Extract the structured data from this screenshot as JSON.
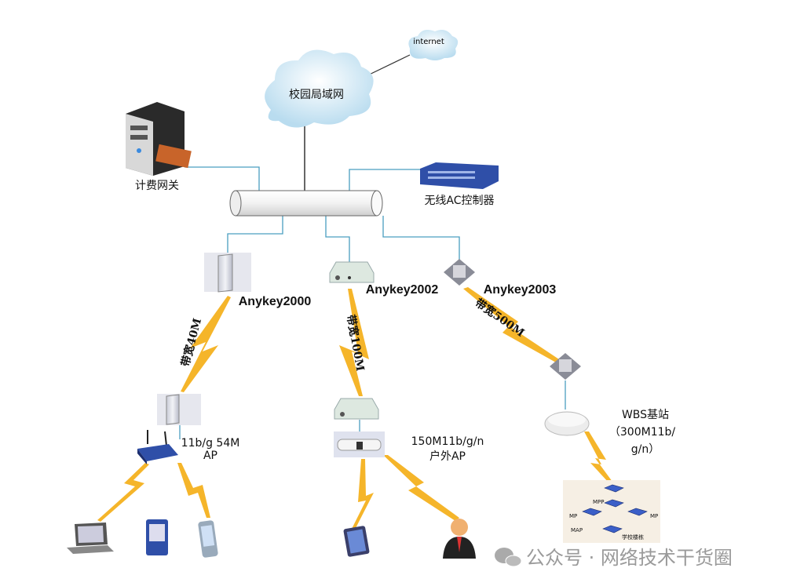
{
  "nodes": {
    "internet": "internet",
    "campus_lan": "校园局域网",
    "billing_gateway": "计费网关",
    "ac_controller": "无线AC控制器",
    "anykey2000": "Anykey2000",
    "anykey2002": "Anykey2002",
    "anykey2003": "Anykey2003",
    "ap_54m_line1": "11b/g 54M",
    "ap_54m_line2": "AP",
    "outdoor_ap_line1": "150M11b/g/n",
    "outdoor_ap_line2": "户外AP",
    "wbs_line1": "WBS基站",
    "wbs_line2": "（300M11b/",
    "wbs_line3": "g/n）"
  },
  "links": {
    "bw_40m": "带宽40M",
    "bw_100m": "带宽100M",
    "bw_500m": "带宽500M"
  },
  "mesh": {
    "mpp": "MPP",
    "mp_left": "MP",
    "mp_right": "MP",
    "map": "MAP",
    "building": "学校楼栋"
  },
  "watermark": "公众号 · 网络技术干货圈",
  "colors": {
    "link_line": "#4a9fc0",
    "wireless": "#f5b52a",
    "device_blue": "#2f4fa8"
  }
}
